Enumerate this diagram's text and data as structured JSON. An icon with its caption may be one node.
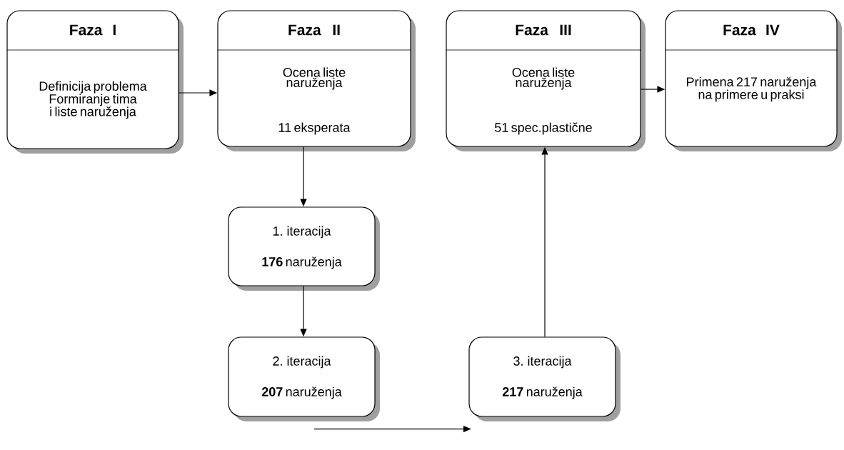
{
  "diagram": {
    "nodes": [
      {
        "text": [
          "Faza I",
          "Definicija problema Formiranje tima i liste naruženja"
        ]
      },
      {
        "text": [
          "Faza II",
          "Ocena liste naruženja",
          "11 eksperata"
        ]
      },
      {
        "text": [
          "Faza III",
          "Ocena liste naruženja",
          "51 spec.plastične"
        ]
      },
      {
        "text": [
          "Faza IV",
          "Primena 217 naruženja na primere u praksi"
        ]
      },
      {
        "text": [
          "1. iteracija",
          "**176** naruženja"
        ]
      },
      {
        "text": [
          "2. iteracija",
          "**207** naruženja"
        ]
      },
      {
        "text": [
          "3. iteracija",
          "**217** naruženja"
        ]
      }
    ],
    "edges": [
      {
        "from": 0,
        "to": 1,
        "arrow": "to"
      },
      {
        "from": 1,
        "to": 4,
        "arrow": "to"
      },
      {
        "from": 4,
        "to": 5,
        "arrow": "to"
      },
      {
        "from": 5,
        "to": 6,
        "arrow": "to"
      },
      {
        "from": 6,
        "to": 2,
        "arrow": "to"
      },
      {
        "from": 2,
        "to": 3,
        "arrow": "to"
      }
    ]
  }
}
